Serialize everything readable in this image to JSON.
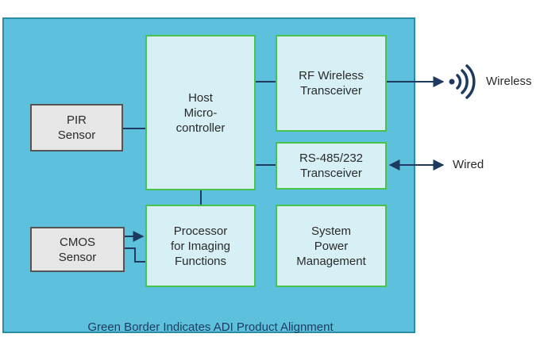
{
  "diagram": {
    "blocks": {
      "host_mcu": "Host\nMicro-\ncontroller",
      "rf_transceiver": "RF Wireless\nTransceiver",
      "rs485_transceiver": "RS-485/232\nTransceiver",
      "pir_sensor": "PIR\nSensor",
      "cmos_sensor": "CMOS\nSensor",
      "image_processor": "Processor\nfor Imaging\nFunctions",
      "power_management": "System\nPower\nManagement"
    },
    "external": {
      "wireless_label": "Wireless",
      "wired_label": "Wired"
    },
    "caption": "Green Border Indicates ADI Product Alignment"
  },
  "colors": {
    "panel_fill": "#5dc1dd",
    "adi_border": "#4bc24b",
    "adi_fill": "#d7f0f5",
    "non_adi_border": "#555555",
    "non_adi_fill": "#e6e6e6",
    "line": "#1e3a5f"
  }
}
